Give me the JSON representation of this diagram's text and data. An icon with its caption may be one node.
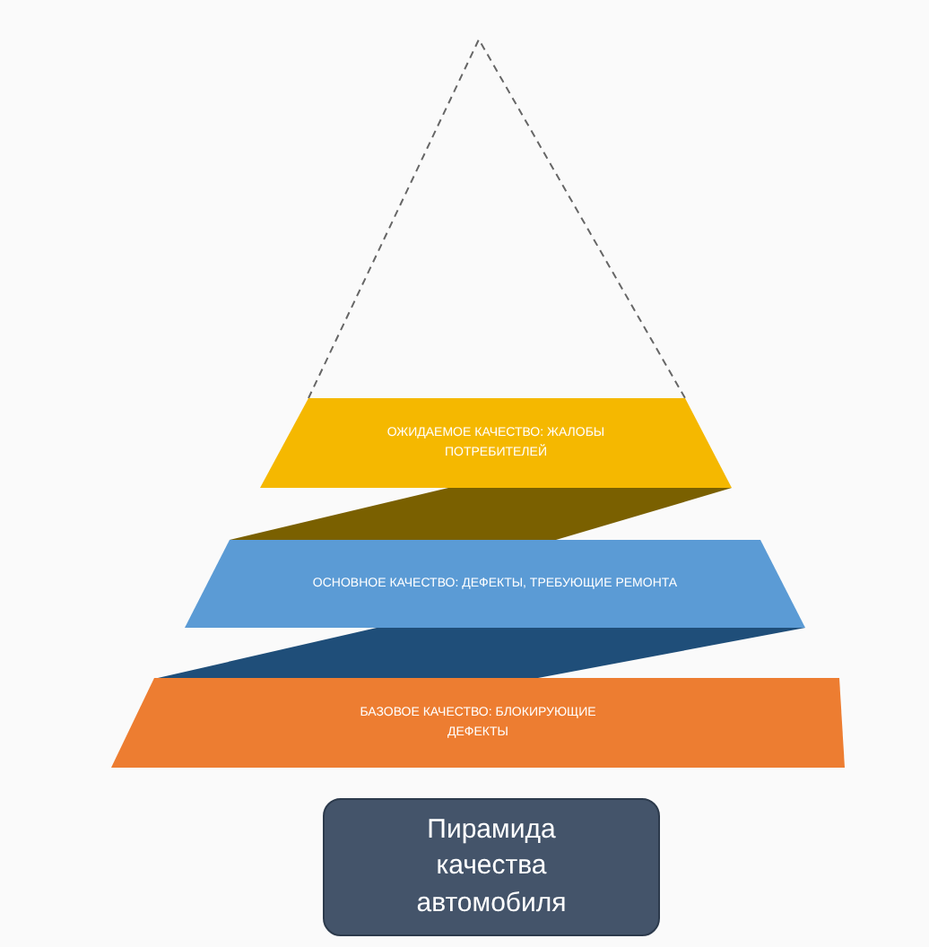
{
  "diagram": {
    "nodes": [
      {
        "text": [
          "ОЖИДАЕМОЕ КАЧЕСТВО: ЖАЛОБЫ ПОТРЕБИТЕЛЕЙ"
        ]
      },
      {
        "text": [
          "ОСНОВНОЕ КАЧЕСТВО: ДЕФЕКТЫ, ТРЕБУЮЩИЕ РЕМОНТА"
        ]
      },
      {
        "text": [
          "БАЗОВОЕ КАЧЕСТВО: БЛОКИРУЮЩИЕ ДЕФЕКТЫ"
        ]
      },
      {
        "text": [
          "Пирамида качества автомобиля"
        ]
      }
    ]
  }
}
